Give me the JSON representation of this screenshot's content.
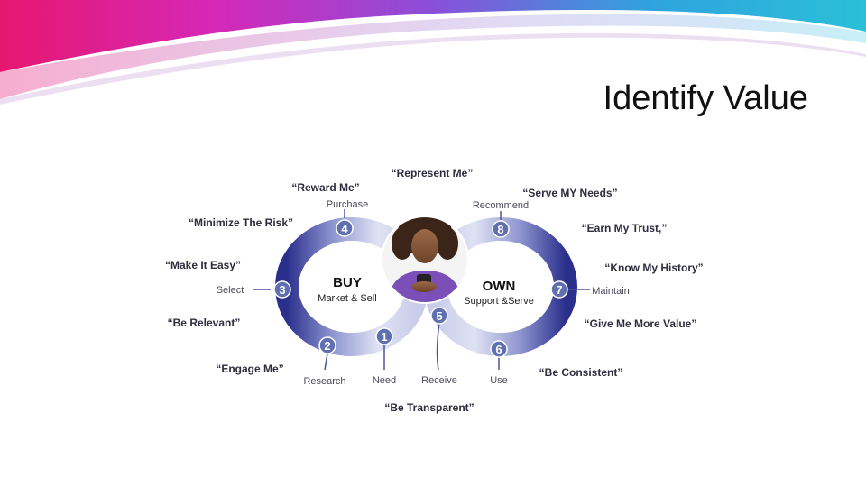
{
  "slide": {
    "title": "Identify Value"
  },
  "diagram": {
    "loops": [
      {
        "heading": "BUY",
        "subheading": "Market & Sell"
      },
      {
        "heading": "OWN",
        "subheading": "Support &Serve"
      }
    ],
    "steps": [
      {
        "number": "1",
        "stage": "Need"
      },
      {
        "number": "2",
        "stage": "Research"
      },
      {
        "number": "3",
        "stage": "Select"
      },
      {
        "number": "4",
        "stage": "Purchase"
      },
      {
        "number": "5",
        "stage": "Receive"
      },
      {
        "number": "6",
        "stage": "Use"
      },
      {
        "number": "7",
        "stage": "Maintain"
      },
      {
        "number": "8",
        "stage": "Recommend"
      }
    ],
    "quotes": [
      "“Represent Me”",
      "“Reward Me”",
      "“Serve MY Needs”",
      "“Minimize The Risk”",
      "“Earn My Trust,”",
      "“Make It Easy”",
      "“Know My History”",
      "“Be Relevant”",
      "“Give Me More Value”",
      "“Engage Me”",
      "“Be Consistent”",
      "“Be Transparent”"
    ]
  },
  "colors": {
    "loop_dark": "#2a2f8c",
    "loop_light": "#dfe2f3",
    "badge": "#5f6fb0",
    "banner_magenta": "#e0217a",
    "banner_cyan": "#2ab7d8"
  }
}
